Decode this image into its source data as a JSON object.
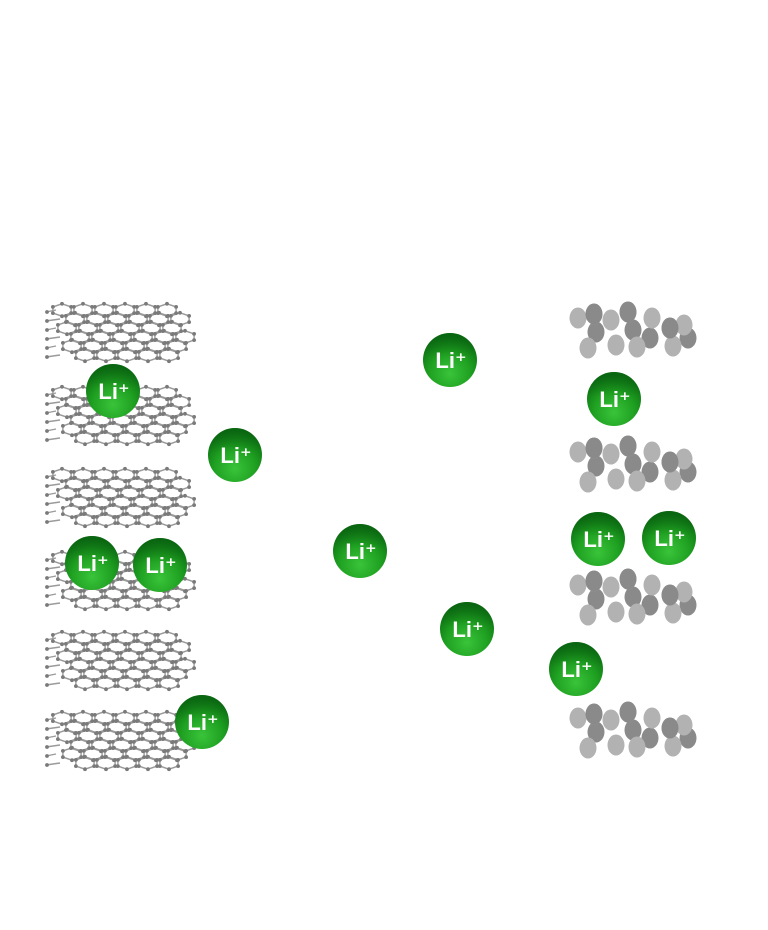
{
  "diagram": {
    "ion_label": "Li⁺",
    "colors": {
      "ion_light": "#39c43a",
      "ion_mid": "#1fa021",
      "ion_dark": "#0b6e12",
      "graphite_bond": "#9a9a9a",
      "graphite_atom": "#7a7a7a",
      "cathode_light": "#b2b2b2",
      "cathode_dark": "#8a8a8a"
    },
    "anode_layer_count": 6,
    "cathode_layer_count": 4,
    "ion_count": 12
  }
}
